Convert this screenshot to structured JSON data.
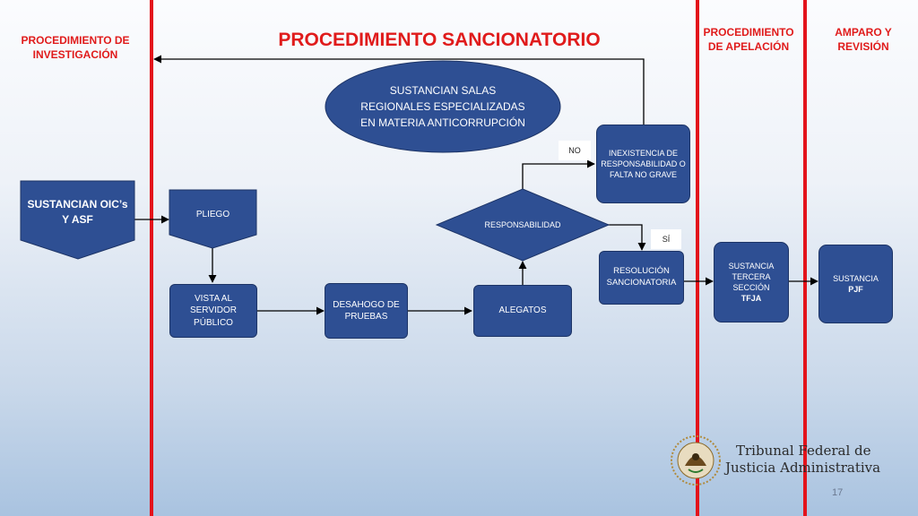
{
  "headers": {
    "investigation": "PROCEDIMIENTO DE INVESTIGACIÓN",
    "title": "PROCEDIMIENTO SANCIONATORIO",
    "appeal": "PROCEDIMIENTO DE APELACIÓN",
    "amparo": "AMPARO Y REVISIÓN"
  },
  "nodes": {
    "ellipse": "SUSTANCIAN SALAS REGIONALES ESPECIALIZADAS EN MATERIA ANTICORRUPCIÓN",
    "oic": "SUSTANCIAN OIC’s Y ASF",
    "pliego": "PLIEGO",
    "vista": "VISTA AL SERVIDOR PÚBLICO",
    "desahogo": "DESAHOGO DE PRUEBAS",
    "alegatos": "ALEGATOS",
    "responsabilidad": "RESPONSABILIDAD",
    "inexistencia": "INEXISTENCIA DE RESPONSABILIDAD O FALTA NO GRAVE",
    "resolucion": "RESOLUCIÓN SANCIONATORIA",
    "tercera_line1": "SUSTANCIA TERCERA SECCIÓN",
    "tercera_line2": "TFJA",
    "pjf_line1": "SUSTANCIA",
    "pjf_line2": "PJF"
  },
  "labels": {
    "no": "NO",
    "si": "SÍ"
  },
  "footer": {
    "org_line1": "Tribunal Federal de",
    "org_line2": "Justicia Administrativa",
    "seal_text": "ESTADOS UNIDOS MEXICANOS",
    "page_number": "17"
  },
  "colors": {
    "accent_red": "#e01b1b",
    "node_blue": "#2e4f93"
  }
}
